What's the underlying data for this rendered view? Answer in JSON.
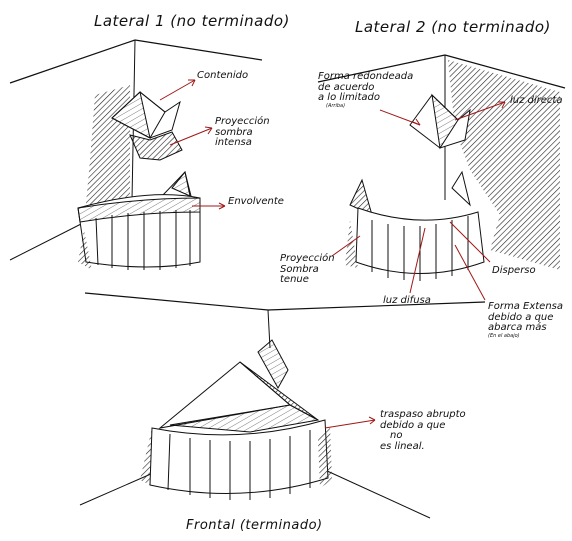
{
  "titles": {
    "lateral1": "Lateral 1 (no terminado)",
    "lateral2": "Lateral 2 (no terminado)",
    "frontal": "Frontal (terminado)"
  },
  "labels": {
    "contenido": "Contenido",
    "proyeccion_intensa": [
      "Proyección",
      "sombra",
      "intensa"
    ],
    "envolvente": "Envolvente",
    "forma_redondeada": [
      "Forma redondeada",
      "de acuerdo",
      "a lo limitado"
    ],
    "forma_redondeada_sub": "(Arriba)",
    "luz_directa": "luz directa",
    "proyeccion_tenue": [
      "Proyección",
      "Sombra",
      "tenue"
    ],
    "disperso": "Disperso",
    "luz_difusa": "luz difusa",
    "forma_extensa": [
      "Forma Extensa",
      "debido a que",
      "abarca más"
    ],
    "forma_extensa_sub": "(En el abajo)",
    "traspaso": [
      "traspaso abrupto",
      "debido a que",
      "no",
      "es lineal."
    ]
  }
}
